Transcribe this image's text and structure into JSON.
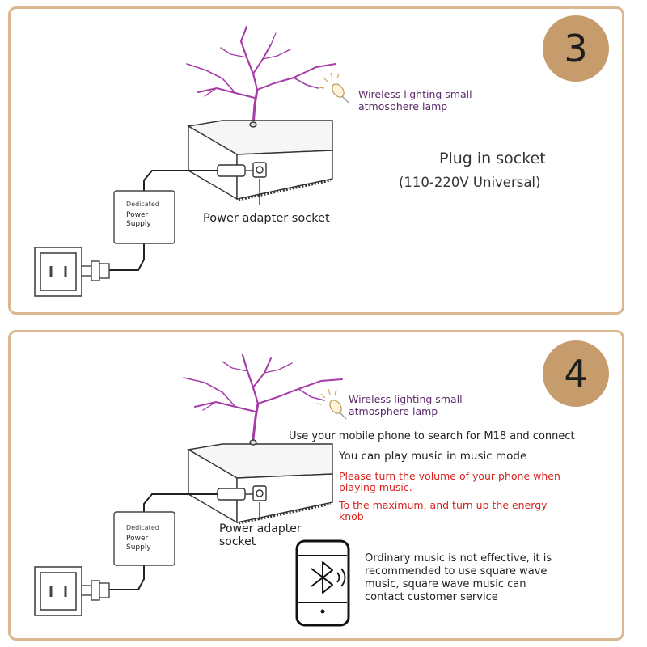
{
  "colors": {
    "frame": "#d9b88f",
    "badge": "#c69c6d",
    "tree": "#a63ca8",
    "warning": "#d9221c",
    "lamp_label": "#5a2a6a"
  },
  "panel3": {
    "step": "3",
    "lamp_label_line1": "Wireless lighting small",
    "lamp_label_line2": "atmosphere lamp",
    "title": "Plug in socket",
    "subtitle": "(110-220V Universal)",
    "socket_label": "Power adapter socket",
    "psu_line1": "Dedicated",
    "psu_line2": "Power",
    "psu_line3": "Supply"
  },
  "panel4": {
    "step": "4",
    "lamp_label_line1": "Wireless lighting small",
    "lamp_label_line2": "atmosphere lamp",
    "connect_text": "Use your mobile phone to search for M18 and connect",
    "music_mode": "You can play music in music mode",
    "warn1_line1": "Please turn the volume of your phone when",
    "warn1_line2": "playing music.",
    "warn2_line1": "To the maximum, and turn up the energy",
    "warn2_line2": "knob",
    "socket_label_line1": "Power adapter",
    "socket_label_line2": "socket",
    "psu_line1": "Dedicated",
    "psu_line2": "Power",
    "psu_line3": "Supply",
    "note_line1": "Ordinary music is not effective, it is",
    "note_line2": "recommended to use square wave",
    "note_line3": "music, square wave music can",
    "note_line4": "contact customer service",
    "icons": [
      "bluetooth-phone-icon"
    ]
  }
}
